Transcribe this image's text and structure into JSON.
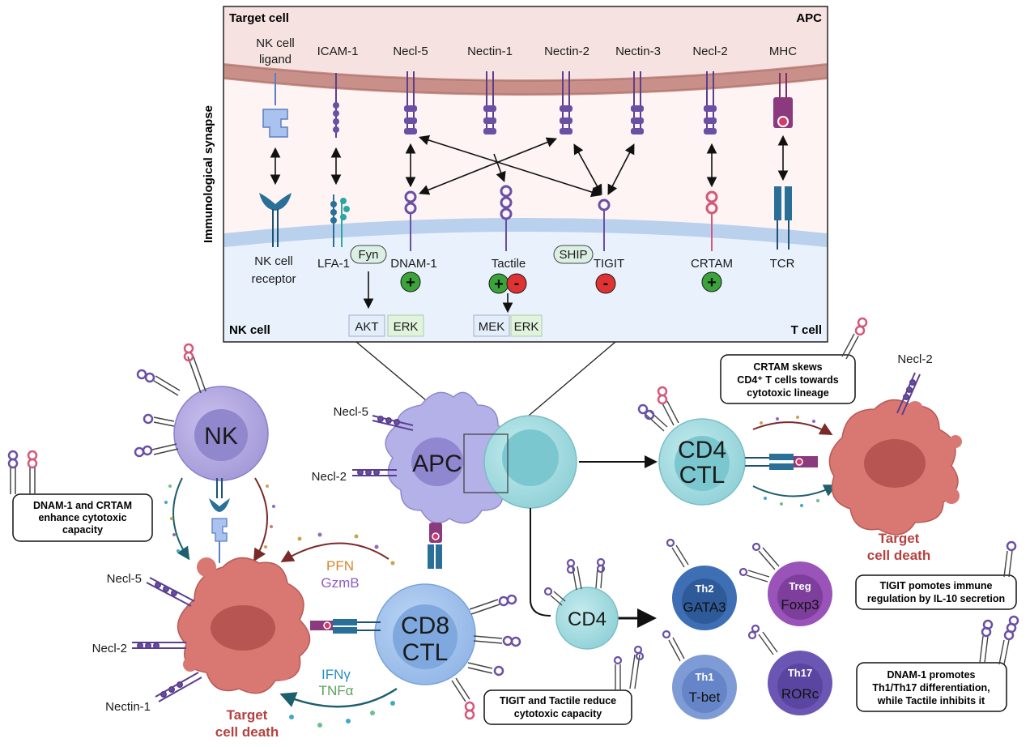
{
  "synapse_panel": {
    "title_left": "Target cell",
    "title_right": "APC",
    "bottom_left": "NK cell",
    "bottom_right": "T cell",
    "side_label": "Immunological synapse",
    "ligands": [
      "NK cell",
      "ligand",
      "ICAM-1",
      "Necl-5",
      "Nectin-1",
      "Nectin-2",
      "Nectin-3",
      "Necl-2",
      "MHC"
    ],
    "receptors": [
      "NK cell",
      "receptor",
      "LFA-1",
      "DNAM-1",
      "Tactile",
      "TIGIT",
      "CRTAM",
      "TCR"
    ],
    "fyn": "Fyn",
    "ship": "SHIP",
    "akt": "AKT",
    "erk1": "ERK",
    "mek": "MEK",
    "erk2": "ERK",
    "plus": "+",
    "minus": "-"
  },
  "cells": {
    "nk": "NK",
    "apc": "APC",
    "cd8_1": "CD8",
    "cd8_2": "CTL",
    "cd4ctl_1": "CD4",
    "cd4ctl_2": "CTL",
    "cd4": "CD4",
    "th2": "Th2",
    "gata3": "GATA3",
    "treg": "Treg",
    "foxp3": "Foxp3",
    "th1": "Th1",
    "tbet": "T-bet",
    "th17": "Th17",
    "rorc": "RORc"
  },
  "labels": {
    "necl5_apc": "Necl-5",
    "necl2_apc": "Necl-2",
    "necl5_target": "Necl-5",
    "necl2_target": "Necl-2",
    "nectin1_target": "Nectin-1",
    "necl2_right": "Necl-2",
    "pfn": "PFN",
    "gzmb": "GzmB",
    "ifng": "IFNγ",
    "tnfa": "TNFα",
    "target_left_1": "Target",
    "target_left_2": "cell death",
    "target_right_1": "Target",
    "target_right_2": "cell death"
  },
  "boxes": {
    "dnam_crtam": [
      "DNAM-1 and CRTAM",
      "enhance cytotoxic",
      "capacity"
    ],
    "crtam_skews": [
      "CRTAM skews",
      "CD4⁺ T cells towards",
      "cytotoxic lineage"
    ],
    "tigit_tactile": [
      "TIGIT and Tactile reduce",
      "cytotoxic capacity"
    ],
    "tigit_promotes": [
      "TIGIT pomotes immune",
      "regulation by IL-10 secretion"
    ],
    "dnam_promotes": [
      "DNAM-1 promotes",
      "Th1/Th17 differentiation,",
      "while Tactile inhibits it"
    ]
  },
  "colors": {
    "apc_membrane": "#c99893",
    "apc_bg": "#f5e6e4",
    "tcell_bg": "#e8f1fb",
    "tcell_membrane": "#a9c3e0",
    "nk": "#b3a9e0",
    "apc": "#b4b0e8",
    "cd8": "#9fc1ec",
    "cd4": "#a8dde0",
    "target": "#d97873",
    "th2": "#3e6fb5",
    "treg": "#9a53b8",
    "th1": "#7f9bd6",
    "th17": "#6c56b3",
    "plus": "#3aa43a",
    "minus": "#e03232"
  }
}
